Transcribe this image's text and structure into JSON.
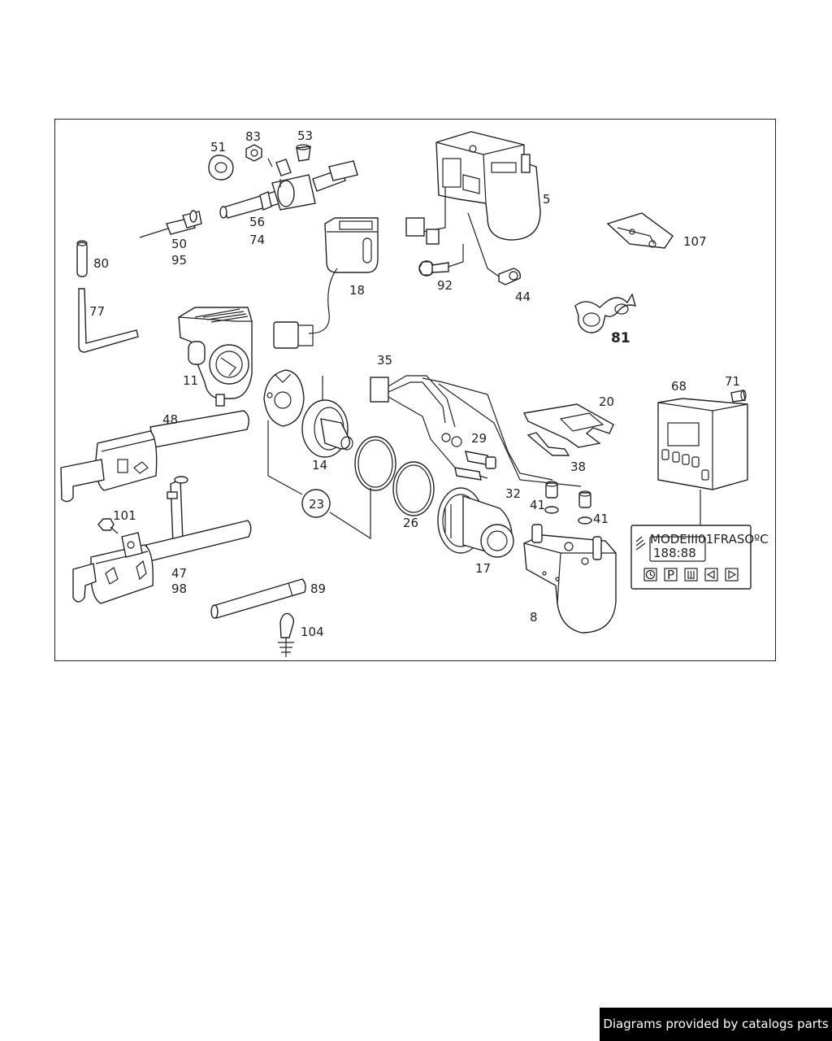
{
  "diagram": {
    "callouts": {
      "p5": "5",
      "p8": "8",
      "p11": "11",
      "p14": "14",
      "p17": "17",
      "p18": "18",
      "p20": "20",
      "p23": "23",
      "p26": "26",
      "p29": "29",
      "p32": "32",
      "p35": "35",
      "p38": "38",
      "p41a": "41",
      "p41b": "41",
      "p44": "44",
      "p48": "48",
      "p47": "47",
      "p98": "98",
      "p50": "50",
      "p95": "95",
      "p51": "51",
      "p53": "53",
      "p56": "56",
      "p74": "74",
      "p68": "68",
      "p71": "71",
      "p77": "77",
      "p80": "80",
      "p81": "81",
      "p83": "83",
      "p89": "89",
      "p92": "92",
      "p101": "101",
      "p104": "104",
      "p107": "107"
    },
    "display_panel": {
      "header": "MODEIII01FRASOºC",
      "readout": "188:88",
      "buttons": [
        "timer-button",
        "p-button",
        "heat-button",
        "left-button",
        "right-button"
      ],
      "button_labels": {
        "p": "P"
      }
    }
  },
  "footer": {
    "credit": "Diagrams provided by catalogs parts"
  }
}
